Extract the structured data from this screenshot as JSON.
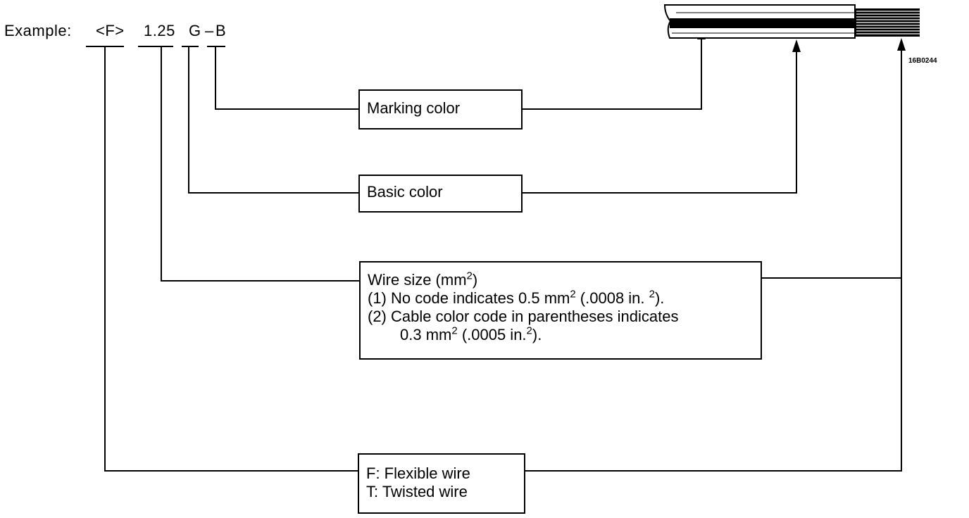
{
  "example": {
    "label": "Example:",
    "flex_code": "<F>",
    "size_code": "1.25",
    "basic_code": "G",
    "separator": "–",
    "marking_code": "B"
  },
  "figure_code": "16B0244",
  "boxes": {
    "marking": {
      "text": "Marking color"
    },
    "basic": {
      "text": "Basic color"
    },
    "wire_size": {
      "title": "Wire size (mm",
      "title_sup": "2",
      "title_end": ")",
      "line1_a": "(1)  No code indicates 0.5 mm",
      "line1_sup": "2",
      "line1_b": " (.0008 in. ",
      "line1_sup2": "2",
      "line1_c": ").",
      "line2": "(2)  Cable color code in parentheses indicates",
      "line3_a": "0.3 mm",
      "line3_sup": "2",
      "line3_b": " (.0005 in.",
      "line3_sup2": "2",
      "line3_c": ")."
    },
    "wire_type": {
      "line1": "F: Flexible wire",
      "line2": "T: Twisted wire"
    }
  }
}
